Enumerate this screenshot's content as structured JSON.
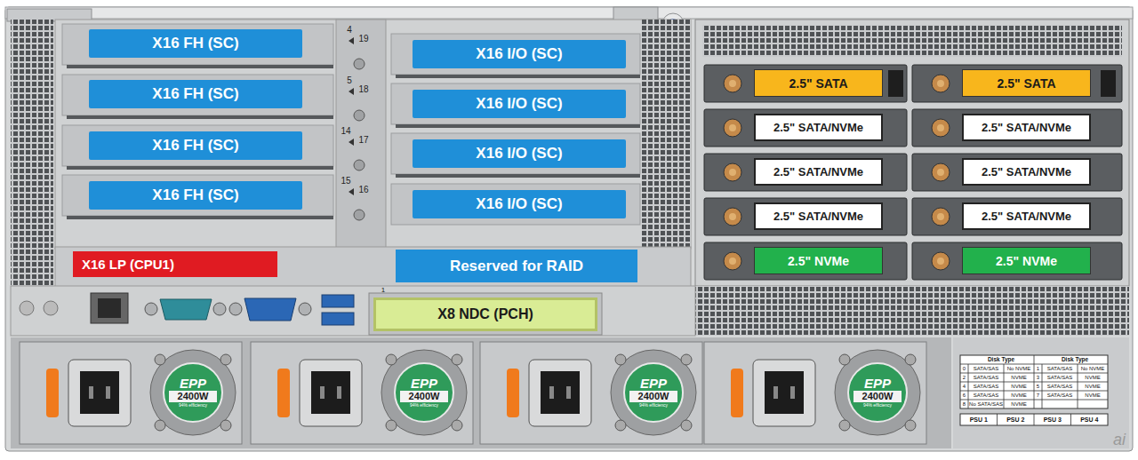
{
  "diagram": {
    "nodes": [
      {
        "text": [
          "X16 FH (SC)"
        ]
      },
      {
        "text": [
          "X16 FH (SC)"
        ]
      },
      {
        "text": [
          "X16 FH (SC)"
        ]
      },
      {
        "text": [
          "X16 FH (SC)"
        ]
      },
      {
        "text": [
          "X16 I/O (SC)"
        ]
      },
      {
        "text": [
          "X16 I/O (SC)"
        ]
      },
      {
        "text": [
          "X16 I/O (SC)"
        ]
      },
      {
        "text": [
          "X16 I/O (SC)"
        ]
      },
      {
        "text": [
          "X16 LP (CPU1)"
        ]
      },
      {
        "text": [
          "Reserved for RAID"
        ]
      },
      {
        "text": [
          "X8 NDC (PCH)"
        ]
      },
      {
        "text": [
          "2.5\" SATA"
        ]
      },
      {
        "text": [
          "2.5\" SATA"
        ]
      },
      {
        "text": [
          "2.5\" SATA/NVMe"
        ]
      },
      {
        "text": [
          "2.5\" SATA/NVMe"
        ]
      },
      {
        "text": [
          "2.5\" SATA/NVMe"
        ]
      },
      {
        "text": [
          "2.5\" SATA/NVMe"
        ]
      },
      {
        "text": [
          "2.5\" SATA/NVMe"
        ]
      },
      {
        "text": [
          "2.5\" SATA/NVMe"
        ]
      },
      {
        "text": [
          "2.5\" NVMe"
        ]
      },
      {
        "text": [
          "2.5\" NVMe"
        ]
      },
      {
        "text": [
          "EPP",
          "2400W",
          "94% efficiency"
        ]
      },
      {
        "text": [
          "EPP",
          "2400W",
          "94% efficiency"
        ]
      },
      {
        "text": [
          "EPP",
          "2400W",
          "94% efficiency"
        ]
      },
      {
        "text": [
          "EPP",
          "2400W",
          "94% efficiency"
        ]
      }
    ],
    "labels": [
      "4",
      "19",
      "5",
      "18",
      "14",
      "17",
      "15",
      "16",
      "1",
      "Disk Type",
      "Disk Type",
      "0",
      "SATA/SAS",
      "No NVME",
      "2",
      "SATA/SAS",
      "NVME",
      "4",
      "SATA/SAS",
      "NVME",
      "6",
      "SATA/SAS",
      "NVME",
      "8",
      "No SATA/SAS",
      "NVME",
      "1",
      "SATA/SAS",
      "No NVME",
      "3",
      "SATA/SAS",
      "NVME",
      "5",
      "SATA/SAS",
      "NVME",
      "7",
      "SATA/SAS",
      "NVME",
      "PSU 1",
      "PSU 2",
      "PSU 3",
      "PSU 4",
      "ai"
    ]
  }
}
